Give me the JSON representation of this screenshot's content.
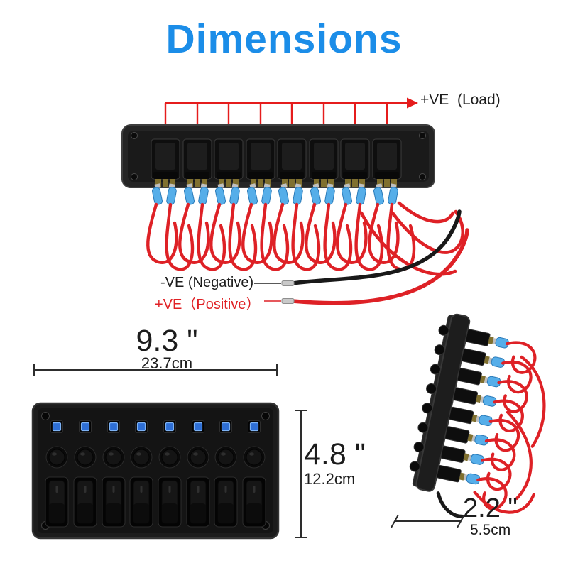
{
  "title": "Dimensions",
  "annotations": {
    "load": "+VE  (Load)",
    "negative": "-VE (Negative)",
    "positive": "+VE（Positive）"
  },
  "dimensions": {
    "width": {
      "inches": "9.3 \"",
      "metric": "23.7cm"
    },
    "height": {
      "inches": "4.8 \"",
      "metric": "12.2cm"
    },
    "depth": {
      "inches": "2.2 \"",
      "metric": "5.5cm"
    }
  },
  "colors": {
    "title_blue": "#1b8de8",
    "wire_red": "#de2126",
    "wire_black": "#191919",
    "connector_blue": "#56aee9",
    "panel_black": "#1c1c1c",
    "led_blue": "#2e6fd6",
    "annotation_red": "#e51c1c"
  }
}
